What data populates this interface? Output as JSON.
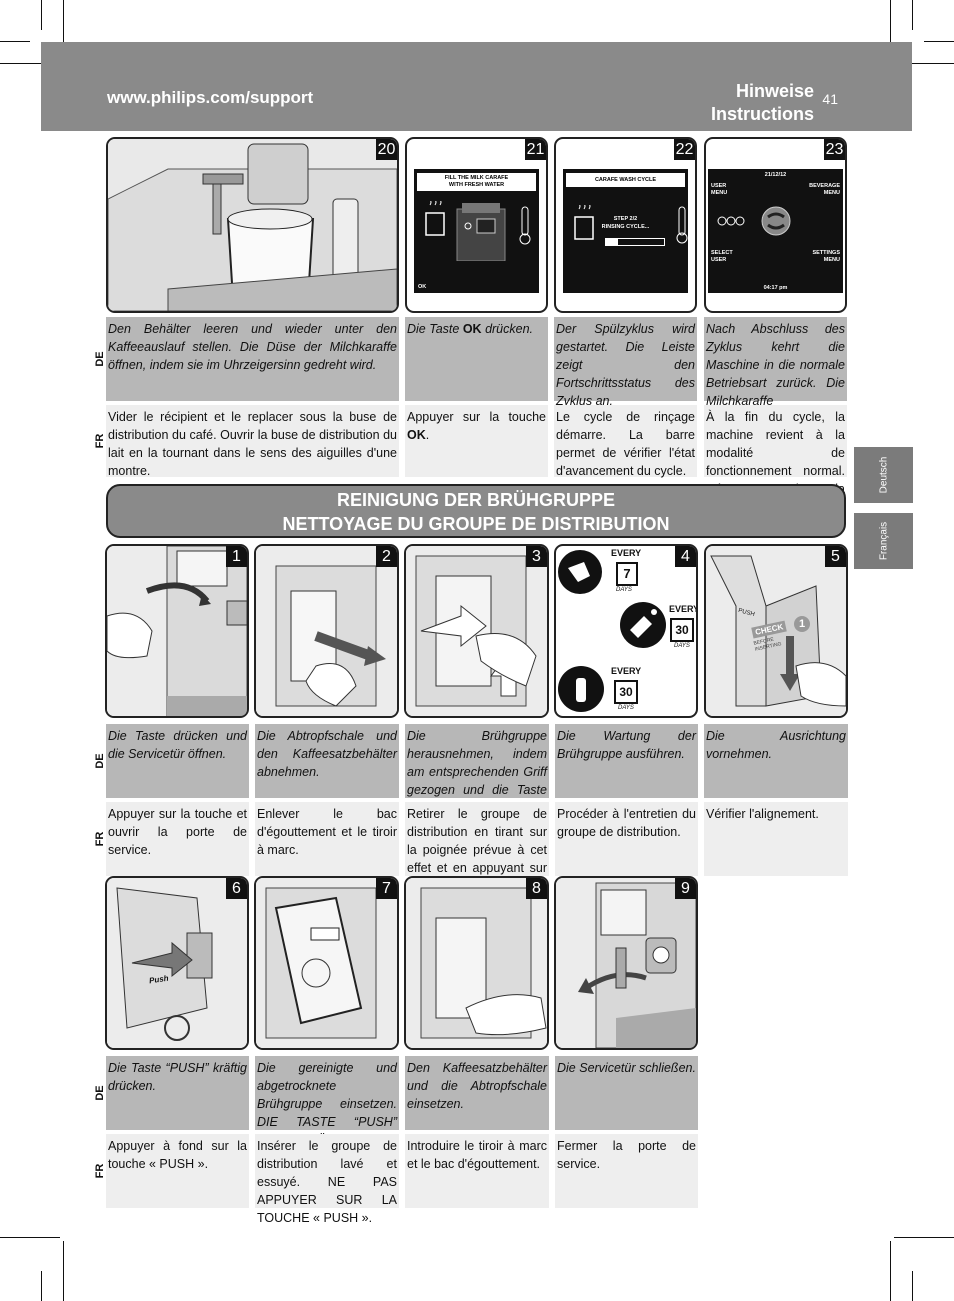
{
  "header": {
    "url": "www.philips.com/support",
    "title_de": "Hinweise",
    "title_fr": "Instructions",
    "page": "41"
  },
  "side_tabs": [
    "Deutsch",
    "Français"
  ],
  "top_steps": [
    {
      "num": "20",
      "de": "Den Behälter leeren und wieder unter den Kaffeeauslauf stellen. Die Düse der Milchkaraffe öffnen, indem sie im Uhrzeigersinn gedreht wird.",
      "fr": "Vider le récipient et le replacer sous la buse de distribution du café. Ouvrir la buse de distribution du lait en la tournant dans le sens des aiguilles d'une montre."
    },
    {
      "num": "21",
      "de_pre": "Die Taste",
      "de_btn": "OK",
      "de_post": "drücken.",
      "fr_pre": "Appuyer sur la touche",
      "fr_btn": "OK",
      "fr_post": "."
    },
    {
      "num": "22",
      "de": "Der Spülzyklus wird gestartet. Die Leiste zeigt den Fortschrittsstatus des Zyklus an.",
      "fr": "Le cycle de rinçage démarre. La barre permet de vérifier l'état d'avancement du cycle."
    },
    {
      "num": "23",
      "de": "Nach Abschluss des Zyklus kehrt die Maschine in die normale Betriebsart zurück. Die Milchkaraffe demontieren und reinigen.",
      "fr": "À la fin du cycle, la machine revient à la modalité de fonctionnement normal. Démonter et laver la carafe à lait."
    }
  ],
  "screens": {
    "s21_line1": "FILL THE MILK CARAFE",
    "s21_line2": "WITH FRESH WATER",
    "s21_ok": "OK",
    "s22_title": "CARAFE WASH CYCLE",
    "s22_step": "STEP 2/2",
    "s22_status": "RINSING CYCLE...",
    "s23_date": "21/12/12",
    "s23_user1": "USER",
    "s23_user2": "MENU",
    "s23_bev1": "BEVERAGE",
    "s23_bev2": "MENU",
    "s23_sel1": "SELECT",
    "s23_sel2": "USER",
    "s23_set1": "SETTINGS",
    "s23_set2": "MENU",
    "s23_time": "04:17 pm"
  },
  "section_title_de": "REINIGUNG DER BRÜHGRUPPE",
  "section_title_fr": "NETTOYAGE DU GROUPE DE DISTRIBUTION",
  "lang_de": "DE",
  "lang_fr": "FR",
  "mid_steps": [
    {
      "num": "1",
      "de": "Die Taste drücken und die Servicetür öffnen.",
      "fr": "Appuyer sur la touche et ouvrir la porte de service."
    },
    {
      "num": "2",
      "de": "Die Abtropfschale und den Kaffeesatzbehälter abnehmen.",
      "fr": "Enlever le bac d'égouttement et le tiroir à marc."
    },
    {
      "num": "3",
      "de": "Die Brühgruppe herausnehmen, indem am entsprechenden Griff gezogen und die Taste «PUSH» gedrückt wird.",
      "fr": "Retirer le groupe de distribution en tirant sur la poignée prévue à cet effet et en appuyant sur la touche « PUSH »."
    },
    {
      "num": "4",
      "de": "Die Wartung der Brühgruppe ausführen.",
      "fr": "Procéder à l'entretien du groupe de distribution."
    },
    {
      "num": "5",
      "de": "Die Ausrichtung vornehmen.",
      "fr": "Vérifier l'alignement."
    }
  ],
  "step4": {
    "every": "EVERY",
    "n7": "7",
    "n30": "30",
    "days": "DAYS"
  },
  "step5": {
    "push": "PUSH",
    "check": "CHECK",
    "before": "BEFORE",
    "inserting": "INSERTING",
    "one": "1"
  },
  "step6_push": "Push",
  "bottom_steps": [
    {
      "num": "6",
      "de": "Die Taste “PUSH” kräftig drücken.",
      "fr": "Appuyer à fond sur la touche « PUSH »."
    },
    {
      "num": "7",
      "de": "Die gereinigte und abgetrocknete Brühgruppe einsetzen. DIE TASTE “PUSH” NICHT DRÜCKEN.",
      "fr": "Insérer le groupe de distribution lavé et essuyé. NE PAS APPUYER SUR LA TOUCHE « PUSH »."
    },
    {
      "num": "8",
      "de": "Den Kaffeesatzbehälter und die Abtropfschale einsetzen.",
      "fr": "Introduire le tiroir à marc et le bac d'égouttement."
    },
    {
      "num": "9",
      "de": "Die Servicetür schließen.",
      "fr": "Fermer la porte de service."
    }
  ]
}
